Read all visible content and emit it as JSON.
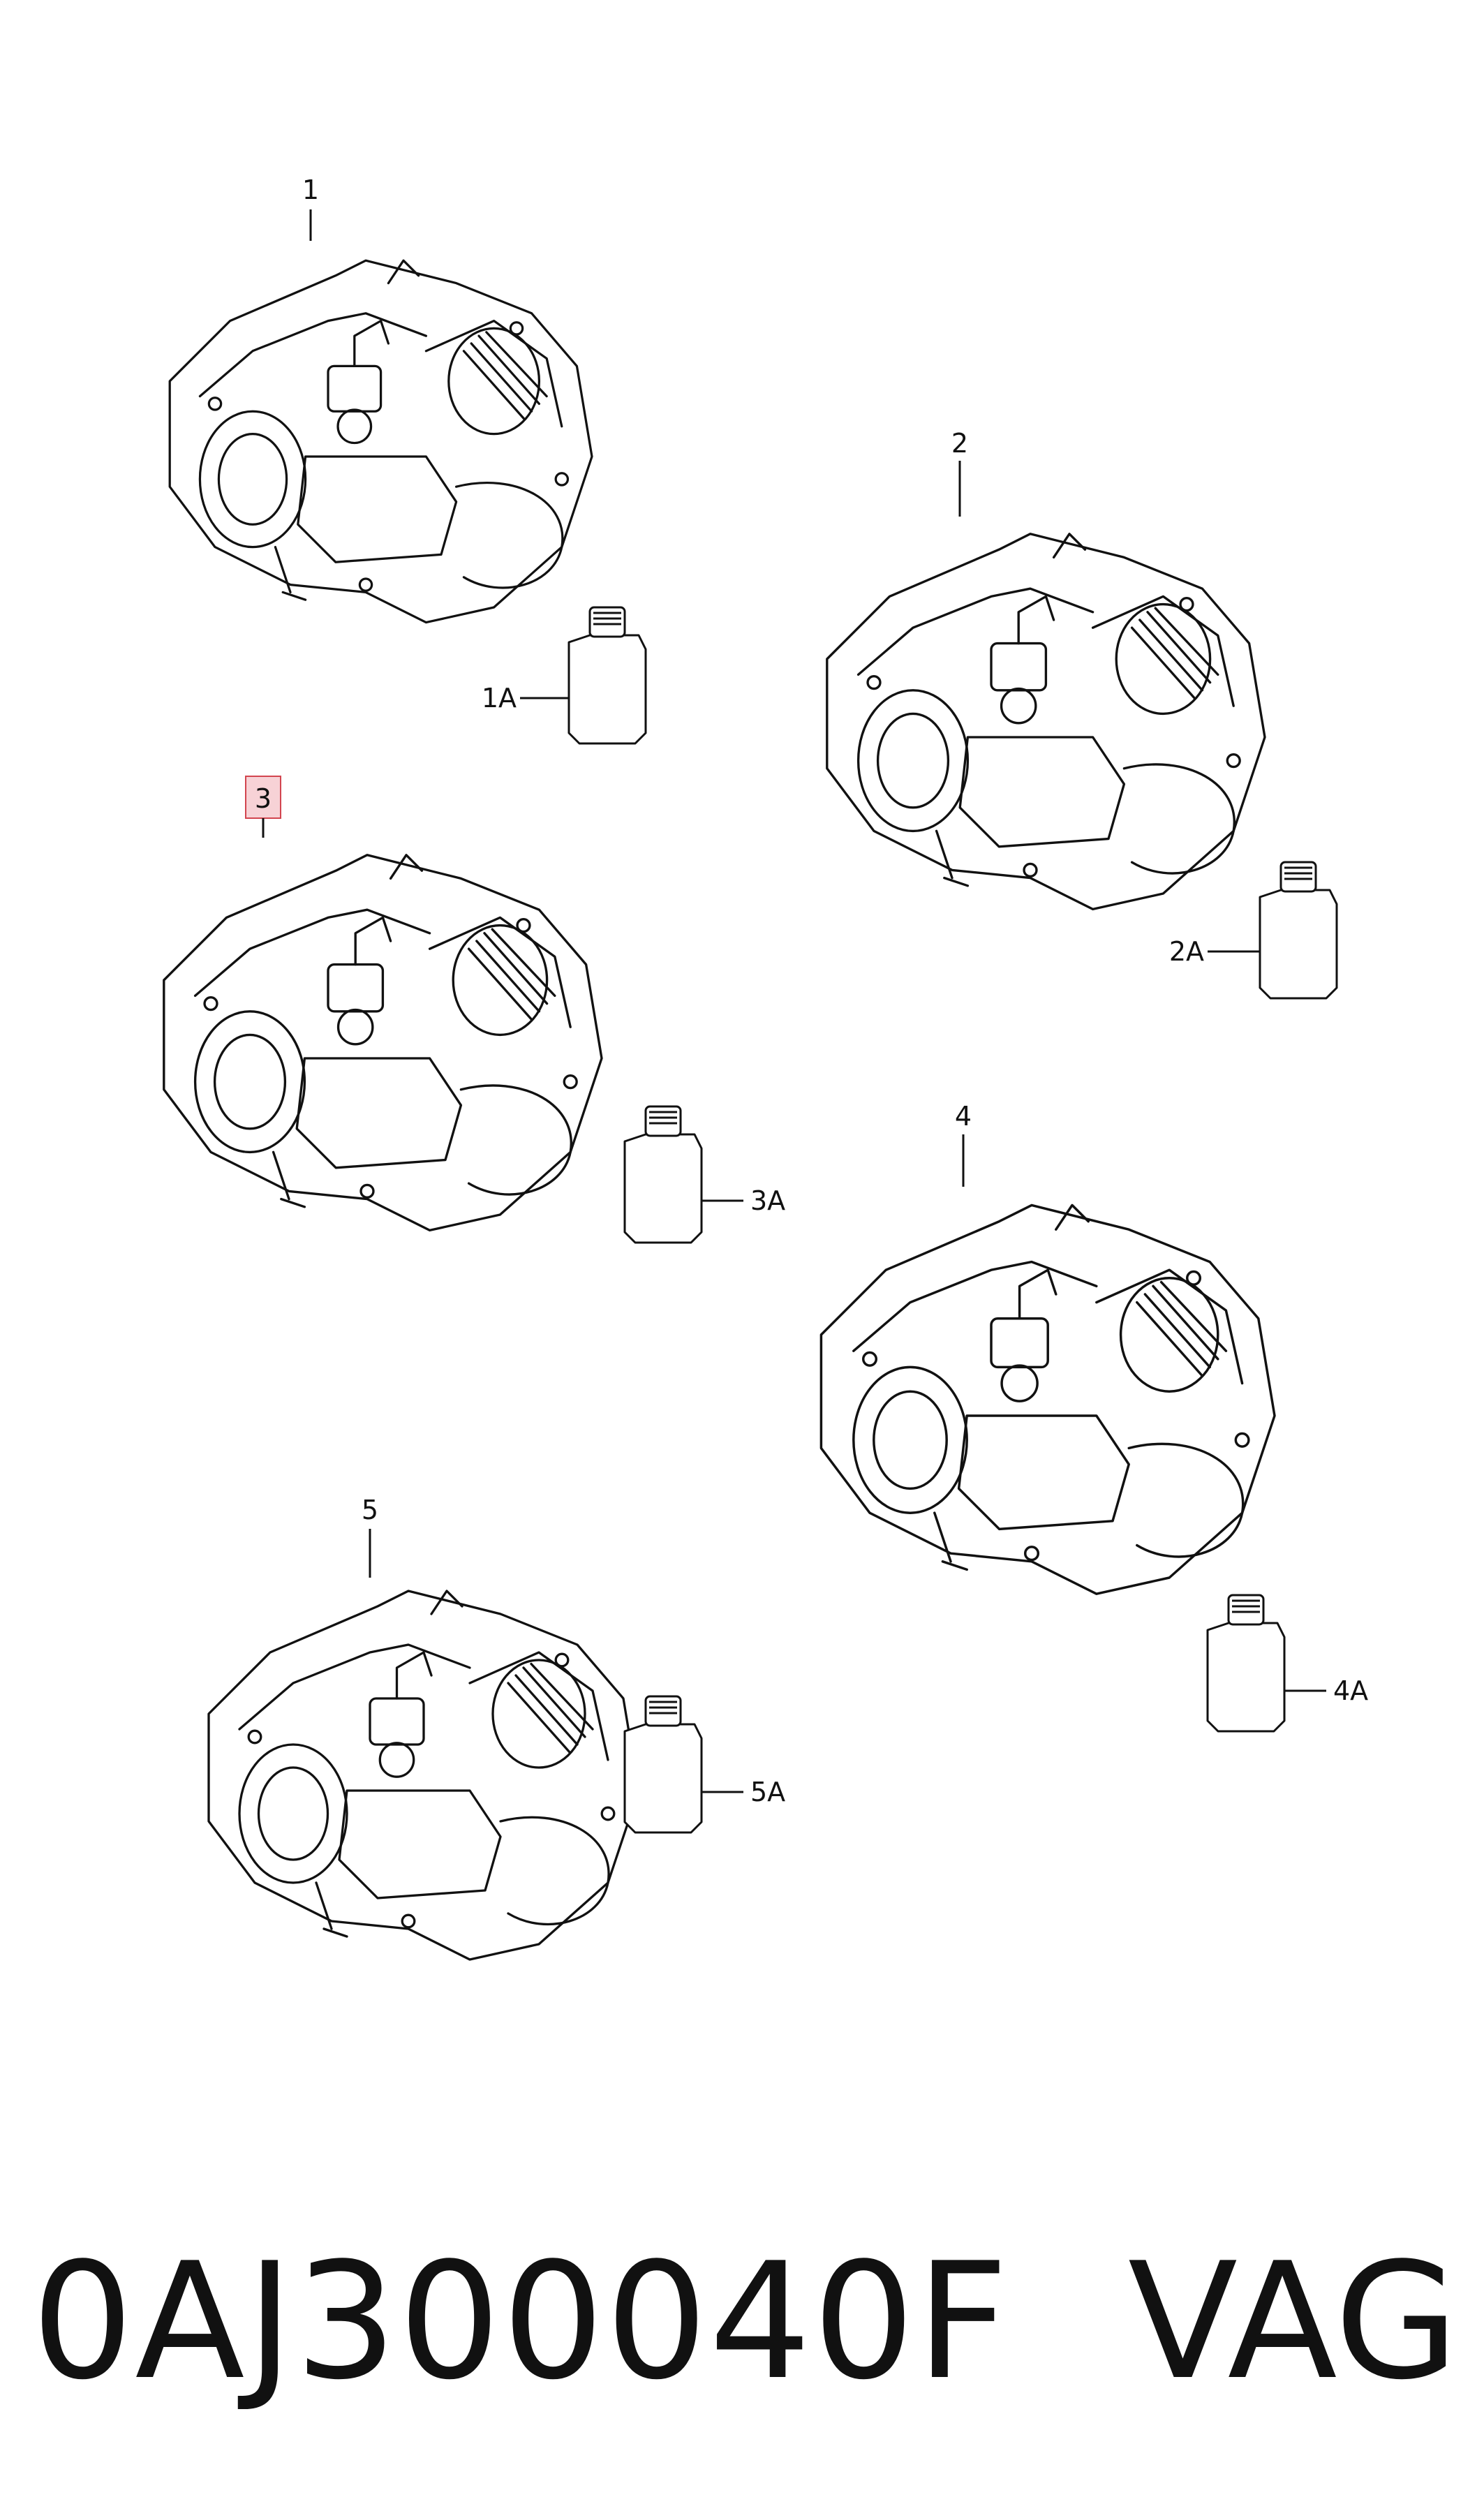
{
  "callouts": {
    "c1": "1",
    "c1a": "1A",
    "c2": "2",
    "c2a": "2A",
    "c3": "3",
    "c3a": "3A",
    "c4": "4",
    "c4a": "4A",
    "c5": "5",
    "c5a": "5A"
  },
  "highlighted_callout": "3",
  "footer": {
    "part_number": "0AJ300040F",
    "brand": "VAG"
  },
  "colors": {
    "line": "#111111",
    "highlight_fill": "#f7d2d6",
    "highlight_stroke": "#d2454f"
  }
}
